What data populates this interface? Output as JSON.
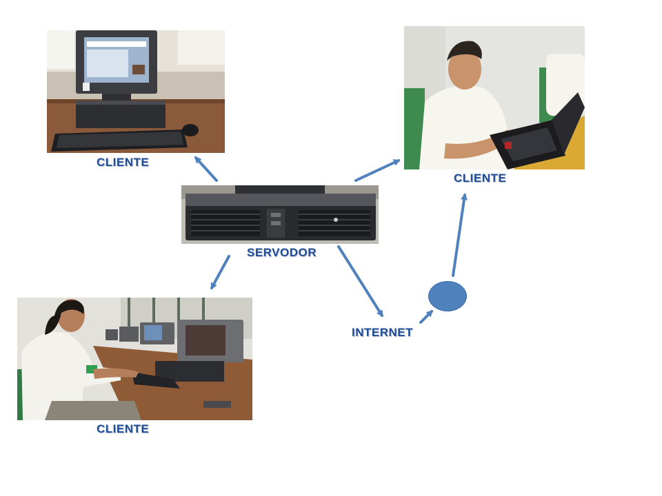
{
  "labels": {
    "client_top_left": "CLIENTE",
    "client_top_right": "CLIENTE",
    "client_bottom_left": "CLIENTE",
    "server": "SERVODOR",
    "internet": "INTERNET"
  },
  "photos": {
    "client_top_left": "desktop-computer-photo",
    "client_top_right": "man-with-laptop-photo",
    "client_bottom_left": "woman-at-computer-lab-photo",
    "server": "server-desktop-case-photo"
  },
  "colors": {
    "label_text": "#1f4e96",
    "arrow": "#4f81bd",
    "internet_node": "#4f81bd"
  }
}
